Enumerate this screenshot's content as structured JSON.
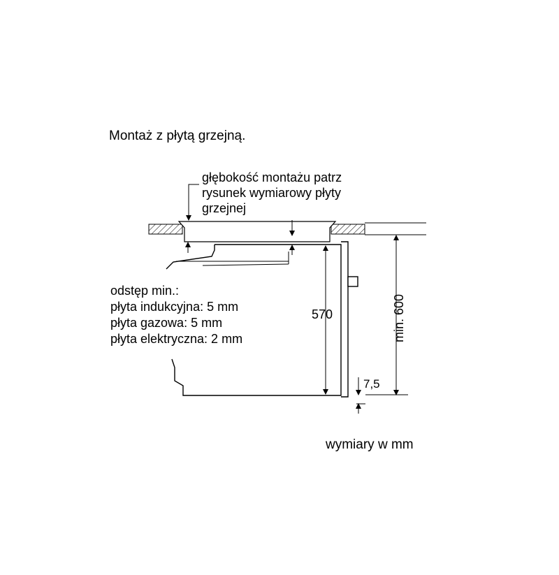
{
  "title": "Montaż z płytą grzejną.",
  "depth_note": {
    "line1": "głębokość montażu patrz",
    "line2": "rysunek wymiarowy płyty",
    "line3": "grzejnej"
  },
  "gap_note": {
    "line1": "odstęp min.:",
    "line2": "płyta indukcyjna: 5 mm",
    "line3": "płyta gazowa: 5 mm",
    "line4": "płyta elektryczna: 2 mm"
  },
  "dimensions": {
    "height": "570",
    "min_height": "min. 600",
    "offset": "7,5"
  },
  "units_note": "wymiary w mm"
}
